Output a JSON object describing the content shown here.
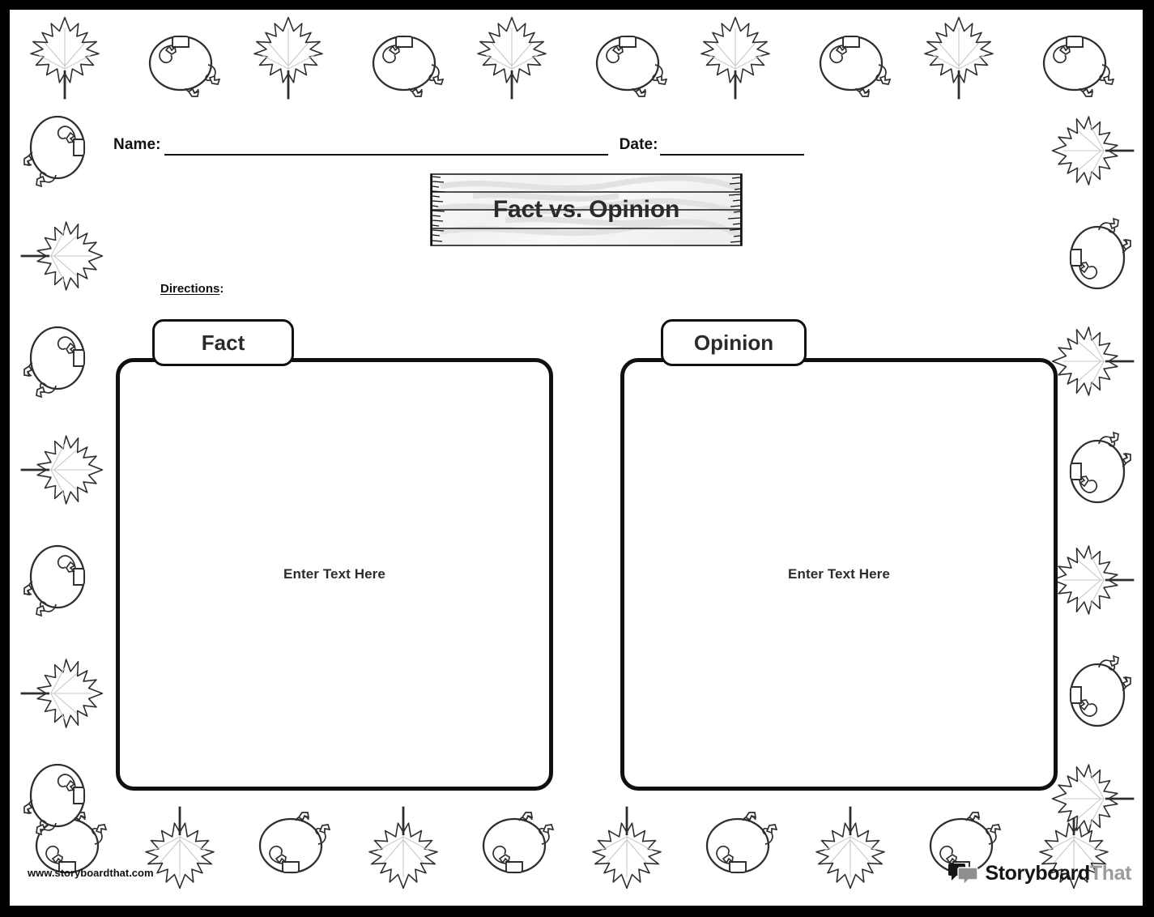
{
  "page": {
    "frame_color": "#000000",
    "paper_color": "#ffffff",
    "ink_color": "#111115"
  },
  "header": {
    "name_label": "Name:",
    "date_label": "Date:",
    "name_value": "",
    "date_value": ""
  },
  "title": {
    "text": "Fact vs. Opinion",
    "style": "wooden-plank-sign",
    "color": "#2a2a2e"
  },
  "directions": {
    "word": "Directions",
    "colon": ":",
    "text": ""
  },
  "columns": [
    {
      "heading": "Fact",
      "placeholder": "Enter Text Here",
      "value": ""
    },
    {
      "heading": "Opinion",
      "placeholder": "Enter Text Here",
      "value": ""
    }
  ],
  "footer": {
    "url": "www.storyboardthat.com",
    "logo_primary": "Storyboard",
    "logo_secondary": "That",
    "logo_icon": "speech-bubble-icon"
  },
  "decorations": {
    "theme": "autumn",
    "motifs": [
      "maple-leaf-icon",
      "pumpkin-icon"
    ],
    "top_count": 10,
    "bottom_count": 10,
    "left_count": 7,
    "right_count": 7
  }
}
